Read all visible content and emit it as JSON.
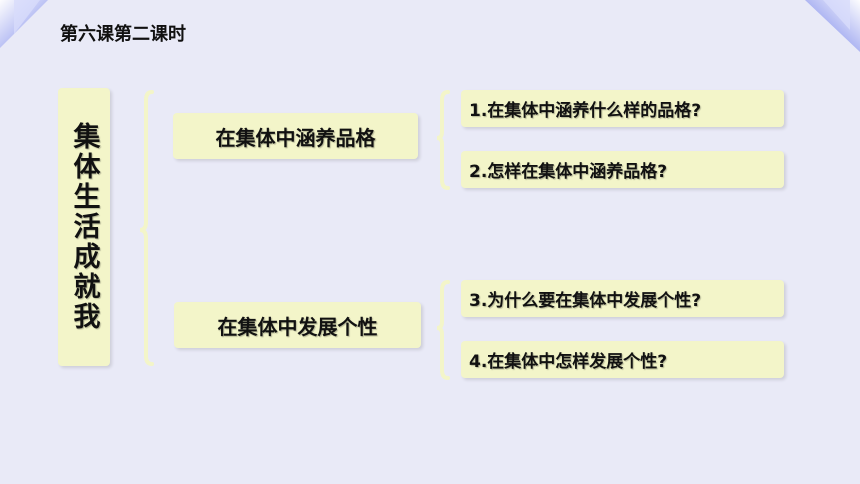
{
  "header": {
    "title": "第六课第二课时"
  },
  "left_panel": {
    "text": "集体生活成就我"
  },
  "topics": [
    {
      "label": "在集体中涵养品格",
      "questions": [
        "1.在集体中涵养什么样的品格?",
        "2.怎样在集体中涵养品格?"
      ]
    },
    {
      "label": "在集体中发展个性",
      "questions": [
        "3.为什么要在集体中发展个性?",
        "4.在集体中怎样发展个性?"
      ]
    }
  ],
  "colors": {
    "background": "#e9eaf7",
    "box_fill": "#f3f5c9",
    "brace": "#f3f5c9",
    "corner_accent": "#7f8cf0"
  }
}
